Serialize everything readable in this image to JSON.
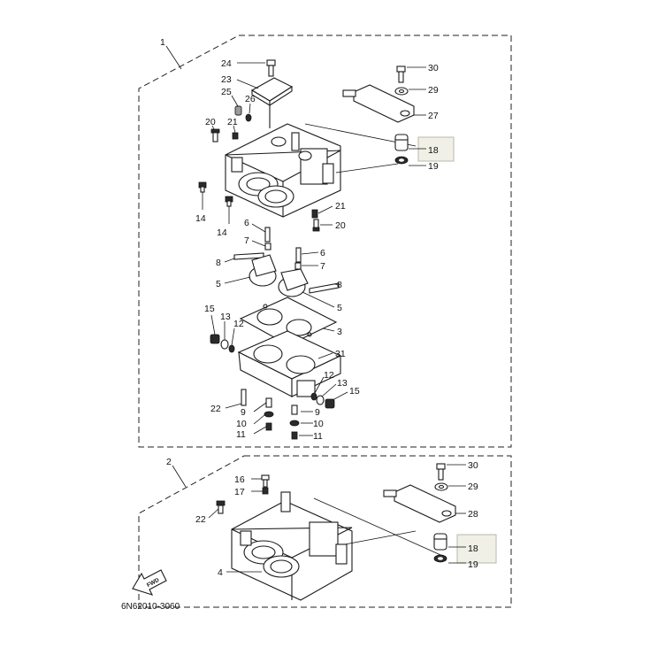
{
  "diagram_code": "6N62010-3060",
  "fwd_arrow_label": "FWD",
  "group_labels": [
    "1",
    "2"
  ],
  "callouts": {
    "c1_24": "24",
    "c1_23": "23",
    "c1_25": "25",
    "c1_26": "26",
    "c1_20a": "20",
    "c1_21a": "21",
    "c1_14a": "14",
    "c1_14b": "14",
    "c1_21b": "21",
    "c1_20b": "20",
    "c1_6a": "6",
    "c1_7a": "7",
    "c1_8a": "8",
    "c1_5a": "5",
    "c1_6b": "6",
    "c1_7b": "7",
    "c1_8b": "8",
    "c1_5b": "5",
    "c1_3": "3",
    "c1_15a": "15",
    "c1_13a": "13",
    "c1_12a": "12",
    "c1_31": "31",
    "c1_12b": "12",
    "c1_13b": "13",
    "c1_15b": "15",
    "c1_22": "22",
    "c1_9a": "9",
    "c1_10a": "10",
    "c1_11a": "11",
    "c1_9b": "9",
    "c1_10b": "10",
    "c1_11b": "11",
    "c1_30": "30",
    "c1_29": "29",
    "c1_27": "27",
    "c1_18": "18",
    "c1_19": "19",
    "c2_16": "16",
    "c2_17": "17",
    "c2_22": "22",
    "c2_4": "4",
    "c2_30": "30",
    "c2_29": "29",
    "c2_28": "28",
    "c2_18": "18",
    "c2_19": "19"
  }
}
